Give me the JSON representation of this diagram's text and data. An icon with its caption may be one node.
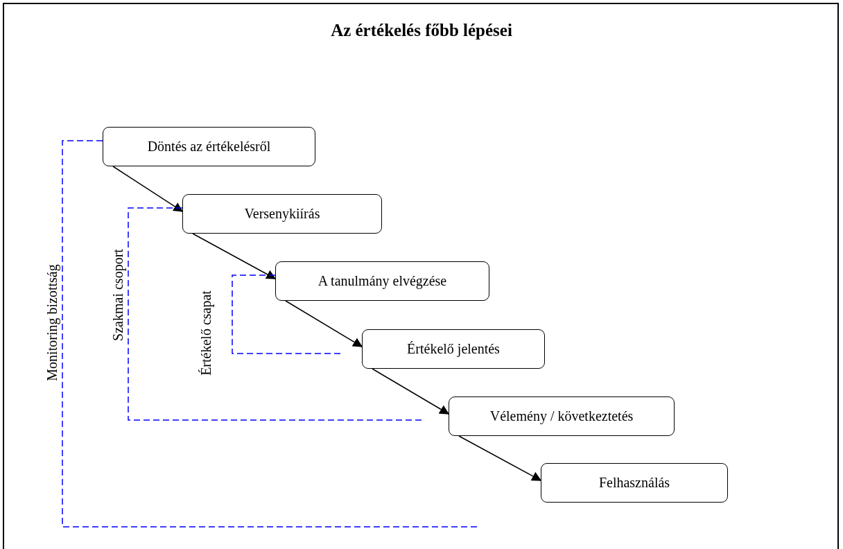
{
  "diagram": {
    "title": "Az értékelés főbb lépései",
    "nodes": [
      {
        "text": [
          "Döntés az értékelésről"
        ]
      },
      {
        "text": [
          "Versenykiírás"
        ]
      },
      {
        "text": [
          "A tanulmány elvégzése"
        ]
      },
      {
        "text": [
          "Értékelő jelentés"
        ]
      },
      {
        "text": [
          "Vélemény / következtetés"
        ]
      },
      {
        "text": [
          "Felhasználás"
        ]
      }
    ],
    "edges": [
      {
        "from": 0,
        "to": 1,
        "arrow": "to"
      },
      {
        "from": 1,
        "to": 2,
        "arrow": "to"
      },
      {
        "from": 2,
        "to": 3,
        "arrow": "to"
      },
      {
        "from": 3,
        "to": 4,
        "arrow": "to"
      },
      {
        "from": 4,
        "to": 5,
        "arrow": "to"
      },
      {
        "from": 0,
        "to": null,
        "arrow": "none",
        "style": "dashed",
        "color": "#0000ff",
        "label": "Monitoring bizottság"
      },
      {
        "from": 1,
        "to": null,
        "arrow": "none",
        "style": "dashed",
        "color": "#0000ff",
        "label": "Szakmai csoport"
      },
      {
        "from": 2,
        "to": null,
        "arrow": "none",
        "style": "dashed",
        "color": "#0000ff",
        "label": "Értékelő csapat"
      }
    ]
  }
}
